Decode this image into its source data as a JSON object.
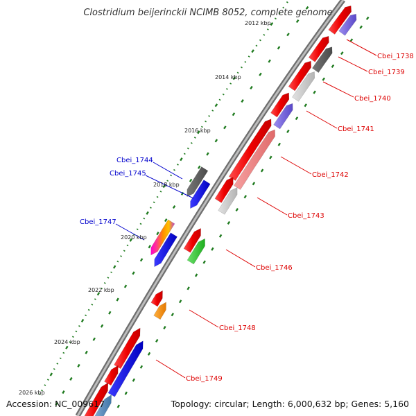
{
  "title": "Clostridium beijerinckii NCIMB 8052, complete genome",
  "footer": {
    "accession": "Accession: NC_009617",
    "topology": "Topology: circular; Length: 6,000,632 bp; Genes: 5,160"
  },
  "colors": {
    "backbone": "#8c8c8c",
    "forward_label": "#dd0000",
    "reverse_label": "#0000cc",
    "tick": "#1e7a1e"
  },
  "scale_labels": [
    "2012 kbp",
    "2014 kbp",
    "2016 kbp",
    "2018 kbp",
    "2020 kbp",
    "2022 kbp",
    "2024 kbp",
    "2026 kbp"
  ],
  "gene_labels": [
    {
      "text": "Cbei_1738",
      "strand": "forward"
    },
    {
      "text": "Cbei_1739",
      "strand": "forward"
    },
    {
      "text": "Cbei_1740",
      "strand": "forward"
    },
    {
      "text": "Cbei_1741",
      "strand": "forward"
    },
    {
      "text": "Cbei_1742",
      "strand": "forward"
    },
    {
      "text": "Cbei_1743",
      "strand": "forward"
    },
    {
      "text": "Cbei_1744",
      "strand": "reverse"
    },
    {
      "text": "Cbei_1745",
      "strand": "reverse"
    },
    {
      "text": "Cbei_1746",
      "strand": "forward"
    },
    {
      "text": "Cbei_1747",
      "strand": "reverse"
    },
    {
      "text": "Cbei_1748",
      "strand": "forward"
    },
    {
      "text": "Cbei_1749",
      "strand": "forward"
    }
  ]
}
